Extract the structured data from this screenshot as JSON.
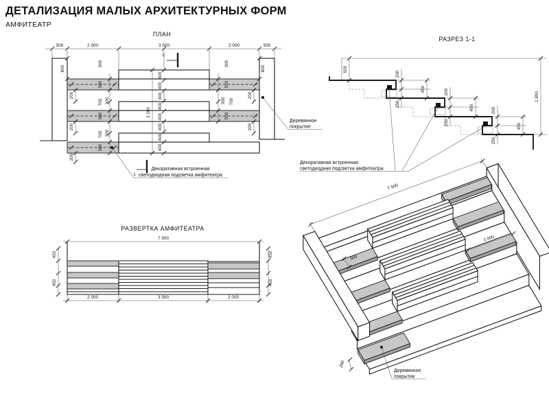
{
  "header": {
    "title": "ДЕТАЛИЗАЦИЯ МАЛЫХ АРХИТЕКТУРНЫХ ФОРМ",
    "subtitle": "АМФИТЕАТР"
  },
  "plan": {
    "title": "ПЛАН",
    "top_dims": [
      "500",
      "2 000",
      "3 500",
      "2 000",
      "500"
    ],
    "d800": "800",
    "d500": "500",
    "d700": "700",
    "d300": "300",
    "d200": "200",
    "d400": "400",
    "d3200": "3 200",
    "section_mark": "1",
    "wood_note": {
      "line1": "Деревянное",
      "line2": "покрытие"
    },
    "led_note": {
      "line1": "Декоративная встроенная",
      "line2": "светодиодная подсветка амфитеатра"
    }
  },
  "section": {
    "title": "РАЗРЕЗ 1-1",
    "d500": "500",
    "d200": "200",
    "d450": "450",
    "d250": "250",
    "d_total": "1 850",
    "led_note": {
      "line1": "Декоративная встроенная",
      "line2": "светодиодная подсветка амфитеатра"
    }
  },
  "development": {
    "title": "РАЗВЕРТКА АМФИТЕАТРА",
    "d_total": "7 500",
    "d450": "450",
    "bottom_dims": [
      "2 000",
      "3 500",
      "2 000"
    ]
  },
  "axon": {
    "d7500": "7 500",
    "d2000": "2 000",
    "d500": "500",
    "d200": "200",
    "wood_note": {
      "line1": "Деревянное",
      "line2": "покрытие"
    }
  }
}
